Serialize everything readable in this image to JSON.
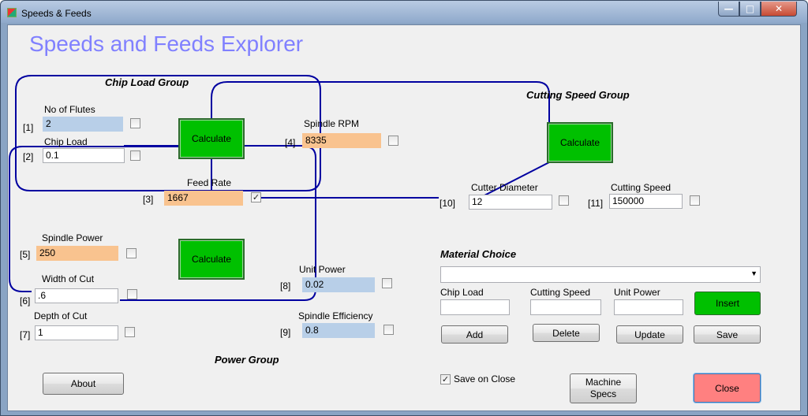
{
  "window": {
    "title": "Speeds & Feeds",
    "minimize_glyph": "—",
    "maximize_glyph": "□",
    "close_glyph": "✕"
  },
  "heading": "Speeds and Feeds Explorer",
  "groups": {
    "chip_load": "Chip Load Group",
    "cutting_speed": "Cutting Speed Group",
    "power": "Power Group"
  },
  "fields": {
    "flutes": {
      "index": "[1]",
      "label": "No of Flutes",
      "value": "2"
    },
    "chip_load": {
      "index": "[2]",
      "label": "Chip Load",
      "value": "0.1"
    },
    "feed_rate": {
      "index": "[3]",
      "label": "Feed Rate",
      "value": "1667"
    },
    "spindle_rpm": {
      "index": "[4]",
      "label": "Spindle RPM",
      "value": "8335"
    },
    "spindle_power": {
      "index": "[5]",
      "label": "Spindle Power",
      "value": "250"
    },
    "width_of_cut": {
      "index": "[6]",
      "label": "Width of Cut",
      "value": ".6"
    },
    "depth_of_cut": {
      "index": "[7]",
      "label": "Depth of Cut",
      "value": "1"
    },
    "unit_power": {
      "index": "[8]",
      "label": "Unit Power",
      "value": "0.02"
    },
    "spindle_efficiency": {
      "index": "[9]",
      "label": "Spindle Efficiency",
      "value": "0.8"
    },
    "cutter_diameter": {
      "index": "[10]",
      "label": "Cutter Diameter",
      "value": "12"
    },
    "cutting_speed": {
      "index": "[11]",
      "label": "Cutting Speed",
      "value": "150000"
    }
  },
  "checkbox_states": {
    "feed_rate": "✓"
  },
  "calculate_label": "Calculate",
  "material": {
    "title": "Material Choice",
    "selected": "",
    "chip_load_label": "Chip Load",
    "cutting_speed_label": "Cutting Speed",
    "unit_power_label": "Unit Power",
    "chip_load_value": "",
    "cutting_speed_value": "",
    "unit_power_value": "",
    "insert": "Insert",
    "add": "Add",
    "delete": "Delete",
    "update": "Update",
    "save": "Save"
  },
  "save_on_close": {
    "label": "Save on Close",
    "mark": "✓"
  },
  "buttons": {
    "about": "About",
    "machine_specs_line1": "Machine",
    "machine_specs_line2": "Specs",
    "close": "Close"
  },
  "colors": {
    "heading": "#8080ff",
    "connector_line": "#0000a0",
    "calc_green": "#00c000",
    "input_blue": "#b8cfe8",
    "input_orange": "#f9c38f",
    "close_red": "#ff8080"
  }
}
